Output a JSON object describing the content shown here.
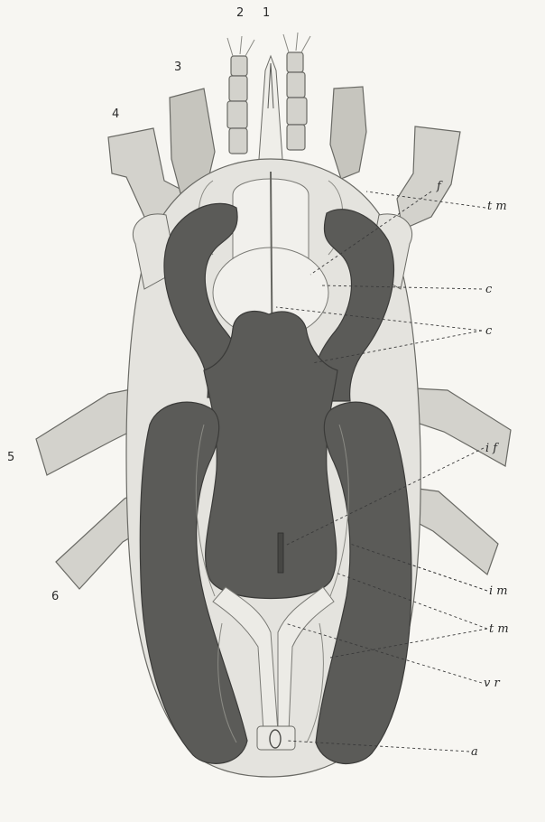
{
  "figure": {
    "appendage_numbers": [
      "1",
      "2",
      "3",
      "4",
      "5",
      "6"
    ],
    "labels": {
      "f": "f",
      "tm_top": "t m",
      "c1": "c",
      "c2": "c",
      "i_f": "i f",
      "im": "i m",
      "tm_bottom": "t m",
      "vr": "v r",
      "a": "a"
    }
  },
  "colors": {
    "background": "#f7f6f2",
    "body": "#e4e3de",
    "legs": "#d3d2cc",
    "gut": "#5b5b58",
    "ink": "#2a2a2a"
  }
}
